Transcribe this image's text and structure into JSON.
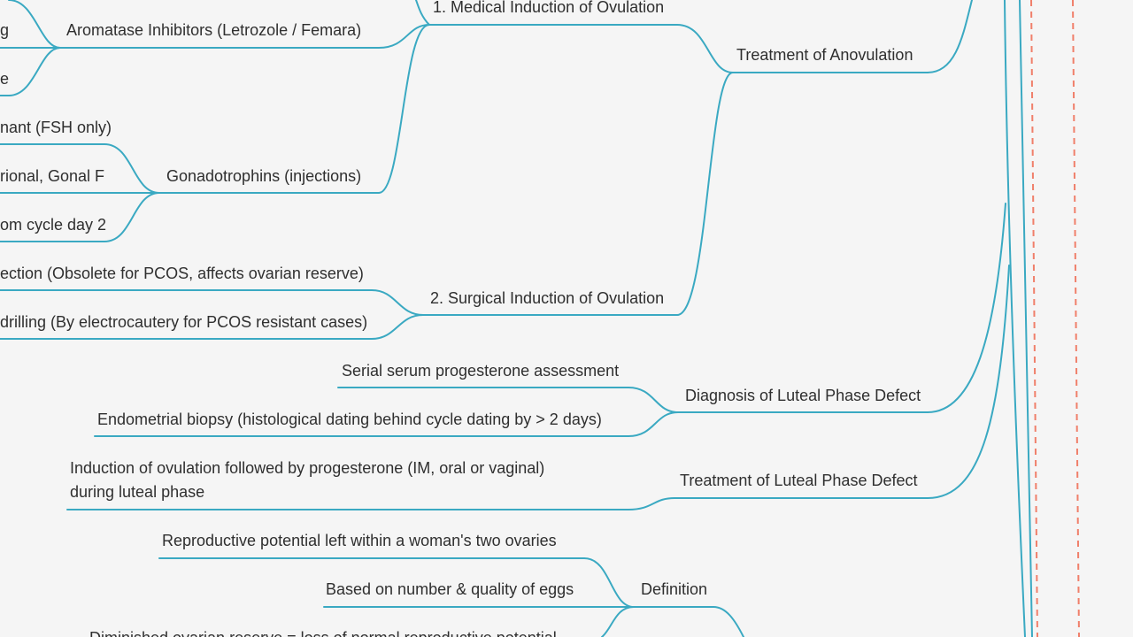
{
  "colors": {
    "background": "#f5f5f5",
    "branch": "#3aa9c2",
    "dashed_guide": "#f07f6a",
    "text": "#2f2f2f"
  },
  "nodes": {
    "treatment_anovulation": "Treatment of Anovulation",
    "medical_induction": "1. Medical Induction of Ovulation",
    "surgical_induction": "2. Surgical Induction of Ovulation",
    "aromatase": "Aromatase Inhibitors (Letrozole / Femara)",
    "aromatase_child_1": "g",
    "aromatase_child_2": "e",
    "gonadotrophins": "Gonadotrophins (injections)",
    "gonado_child_1": "nant (FSH only)",
    "gonado_child_2": "rional, Gonal F",
    "gonado_child_3": "om cycle day 2",
    "surgical_child_1": "ection (Obsolete for PCOS, affects ovarian reserve)",
    "surgical_child_2": "drilling (By electrocautery for PCOS resistant cases)",
    "diagnosis_lpd": "Diagnosis of Luteal Phase Defect",
    "diagnosis_child_1": "Serial serum progesterone assessment",
    "diagnosis_child_2": "Endometrial biopsy (histological dating behind cycle dating by > 2 days)",
    "treatment_lpd": "Treatment of Luteal Phase Defect",
    "treatment_lpd_child_line1": "Induction of ovulation followed by progesterone (IM, oral or vaginal)",
    "treatment_lpd_child_line2": "during luteal phase",
    "definition": "Definition",
    "definition_child_1": "Reproductive potential left within a woman's two ovaries",
    "definition_child_2": "Based on number & quality of eggs",
    "definition_child_3": "Diminished ovarian reserve = loss of normal reproductive potential"
  }
}
